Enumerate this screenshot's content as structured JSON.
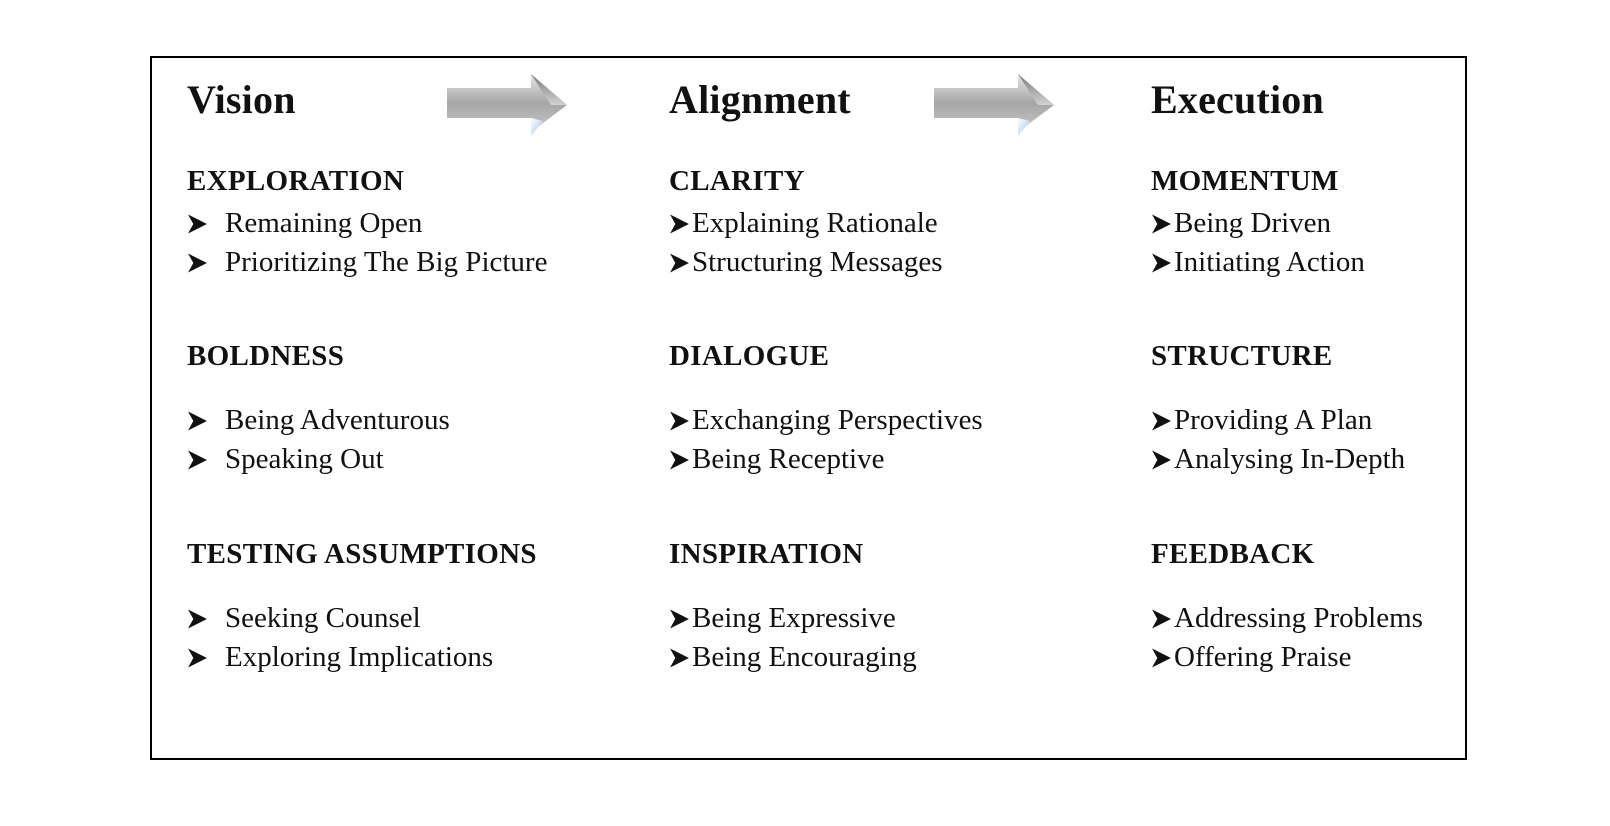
{
  "stages": [
    {
      "title": "Vision",
      "sections": [
        {
          "heading": "EXPLORATION",
          "items": [
            "Remaining Open",
            "Prioritizing The Big Picture"
          ]
        },
        {
          "heading": "BOLDNESS",
          "items": [
            "Being Adventurous",
            "Speaking Out"
          ]
        },
        {
          "heading": "TESTING ASSUMPTIONS",
          "items": [
            "Seeking Counsel",
            "Exploring Implications"
          ]
        }
      ]
    },
    {
      "title": "Alignment",
      "sections": [
        {
          "heading": "CLARITY",
          "items": [
            "Explaining Rationale",
            "Structuring Messages"
          ]
        },
        {
          "heading": "DIALOGUE",
          "items": [
            "Exchanging Perspectives",
            "Being Receptive"
          ]
        },
        {
          "heading": "INSPIRATION",
          "items": [
            "Being Expressive",
            "Being Encouraging"
          ]
        }
      ]
    },
    {
      "title": "Execution",
      "sections": [
        {
          "heading": "MOMENTUM",
          "items": [
            "Being Driven",
            "Initiating Action"
          ]
        },
        {
          "heading": "STRUCTURE",
          "items": [
            "Providing A Plan",
            "Analysing In-Depth"
          ]
        },
        {
          "heading": "FEEDBACK",
          "items": [
            "Addressing Problems",
            "Offering Praise"
          ]
        }
      ]
    }
  ],
  "icons": {
    "bullet": "arrowhead-bullet-icon",
    "connector": "right-arrow-icon"
  },
  "colors": {
    "text": "#111111",
    "frame": "#000000",
    "arrow_light": "#dcdcdc",
    "arrow_dark": "#8a8a8a",
    "arrow_tail_accent": "#aac8ea"
  }
}
